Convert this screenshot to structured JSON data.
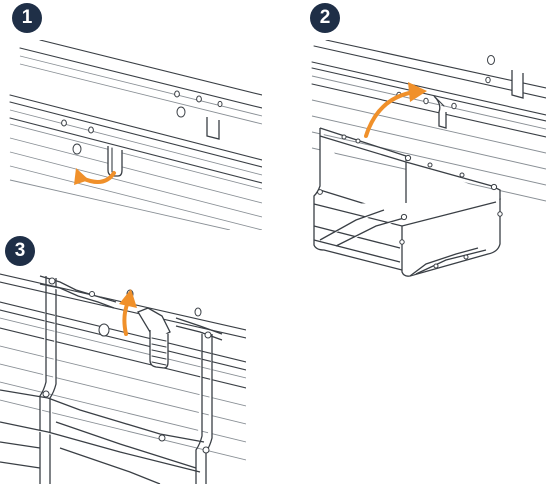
{
  "colors": {
    "badge": "#1f2f47",
    "arrow": "#f0902a",
    "line": "#3a3f45",
    "background": "#ffffff"
  },
  "steps": [
    {
      "number": "1",
      "action": "insert-clip",
      "arrow_icon": "curved-arrow-icon"
    },
    {
      "number": "2",
      "action": "hang-basket-on-clip",
      "arrow_icon": "curved-arrow-icon"
    },
    {
      "number": "3",
      "action": "press-clip-up",
      "arrow_icon": "curved-arrow-icon"
    }
  ]
}
